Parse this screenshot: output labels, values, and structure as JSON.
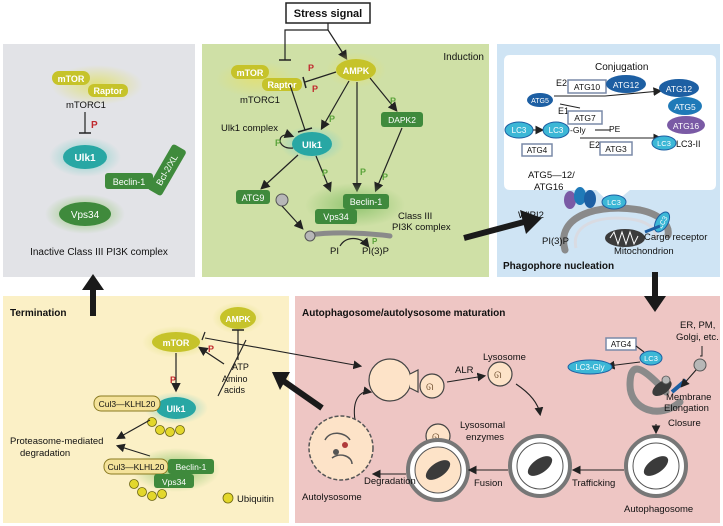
{
  "stress_signal": "Stress signal",
  "panels": {
    "inactive": {
      "caption": "Inactive Class III PI3K complex",
      "mtor": "mTOR",
      "raptor": "Raptor",
      "mtorc1": "mTORC1",
      "p": "P",
      "ulk1": "Ulk1",
      "beclin1": "Beclin-1",
      "bcl2": "Bcl-2/XL",
      "vps34": "Vps34"
    },
    "induction": {
      "title": "Induction",
      "mtor": "mTOR",
      "raptor": "Raptor",
      "mtorc1": "mTORC1",
      "ampk": "AMPK",
      "dapk2": "DAPK2",
      "ulk1_complex": "Ulk1 complex",
      "ulk1": "Ulk1",
      "atg9": "ATG9",
      "beclin1": "Beclin-1",
      "vps34": "Vps34",
      "class3_line1": "Class III",
      "class3_line2": "PI3K complex",
      "pi": "PI",
      "pi3p": "PI(3)P",
      "p": "P"
    },
    "conjugation": {
      "title": "Conjugation",
      "atg5": "ATG5",
      "e2_a": "E2",
      "atg10": "ATG10",
      "atg12_a": "ATG12",
      "atg12_b": "ATG12",
      "atg5_b": "ATG5",
      "atg16": "ATG16",
      "e1": "E1",
      "atg7": "ATG7",
      "lc3_a": "LC3",
      "lc3_gly": "LC3",
      "gly": "-Gly",
      "pe": "PE",
      "atg4": "ATG4",
      "e2_b": "E2",
      "atg3": "ATG3",
      "lc3_c": "LC3",
      "lc3ii": "LC3-II"
    },
    "nucleation": {
      "title": "Phagophore nucleation",
      "atg5_12": "ATG5—12/",
      "atg16l": "ATG16",
      "wipi2": "WIPI2",
      "pi3p": "PI(3)P",
      "lc3_a": "LC3",
      "lc3_b": "LC3",
      "cargo": "Cargo receptor",
      "mito": "Mitochondrion"
    },
    "termination": {
      "title": "Termination",
      "ampk": "AMPK",
      "mtor": "mTOR",
      "atp": "ATP",
      "amino1": "Amino",
      "amino2": "acids",
      "cul3_a": "Cul3—KLHL20",
      "ulk1": "Ulk1",
      "proteasome1": "Proteasome-mediated",
      "proteasome2": "degradation",
      "cul3_b": "Cul3—KLHL20",
      "beclin1": "Beclin-1",
      "vps34": "Vps34",
      "ubiquitin": "Ubiquitin",
      "p": "P"
    },
    "maturation": {
      "title": "Autophagosome/autolysosome maturation",
      "lysosome": "Lysosome",
      "alr": "ALR",
      "lys_enz1": "Lysosomal",
      "lys_enz2": "enzymes",
      "autolysosome": "Autolysosome",
      "degradation": "Degradation",
      "fusion": "Fusion",
      "trafficking": "Trafficking",
      "autophagosome": "Autophagosome",
      "atg4": "ATG4",
      "lc3": "LC3",
      "lc3gly": "LC3-Gly",
      "er1": "ER, PM,",
      "er2": "Golgi, etc.",
      "membrane": "Membrane",
      "elongation": "Elongation",
      "closure": "Closure"
    }
  },
  "colors": {
    "inactive_bg": "#e2e3e7",
    "induction_bg": "#cfe0a6",
    "nucleation_bg": "#cfe4f4",
    "termination_bg": "#fbf0c6",
    "maturation_bg": "#eec6c4",
    "green_protein": "#3f8a3c",
    "teal_protein": "#28a7a4",
    "blue_protein": "#1d5fa3",
    "yellow_protein": "#c6c32a",
    "purple_protein": "#7a5aa5"
  }
}
